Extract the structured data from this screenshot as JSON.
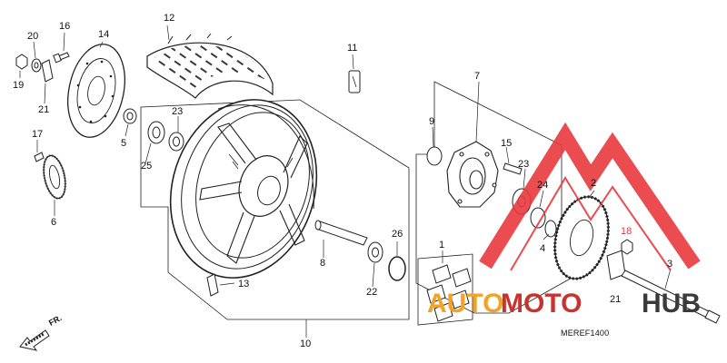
{
  "callouts": [
    {
      "id": "p1",
      "text": "1"
    },
    {
      "id": "p2",
      "text": "2"
    },
    {
      "id": "p3",
      "text": "3"
    },
    {
      "id": "p4",
      "text": "4"
    },
    {
      "id": "p5",
      "text": "5"
    },
    {
      "id": "p6",
      "text": "6"
    },
    {
      "id": "p7",
      "text": "7"
    },
    {
      "id": "p8",
      "text": "8"
    },
    {
      "id": "p9",
      "text": "9"
    },
    {
      "id": "p10",
      "text": "10"
    },
    {
      "id": "p11",
      "text": "11"
    },
    {
      "id": "p12",
      "text": "12"
    },
    {
      "id": "p13",
      "text": "13"
    },
    {
      "id": "p14",
      "text": "14"
    },
    {
      "id": "p15",
      "text": "15"
    },
    {
      "id": "p16",
      "text": "16"
    },
    {
      "id": "p17",
      "text": "17"
    },
    {
      "id": "p18",
      "text": "18"
    },
    {
      "id": "p19",
      "text": "19"
    },
    {
      "id": "p20",
      "text": "20"
    },
    {
      "id": "p21a",
      "text": "21"
    },
    {
      "id": "p21b",
      "text": "21"
    },
    {
      "id": "p22",
      "text": "22"
    },
    {
      "id": "p23a",
      "text": "23"
    },
    {
      "id": "p23b",
      "text": "23"
    },
    {
      "id": "p24",
      "text": "24"
    },
    {
      "id": "p25",
      "text": "25"
    },
    {
      "id": "p26",
      "text": "26"
    }
  ],
  "reference_code": "MEREF1400",
  "direction_label": "FR.",
  "watermark": {
    "part_a": "AUTO",
    "part_b": "MOTO",
    "part_c": "HUB",
    "colors": {
      "auto": "#f2a327",
      "moto": "#c8322f",
      "hub": "#3a3a3a",
      "triangle": "#e8383c"
    }
  }
}
